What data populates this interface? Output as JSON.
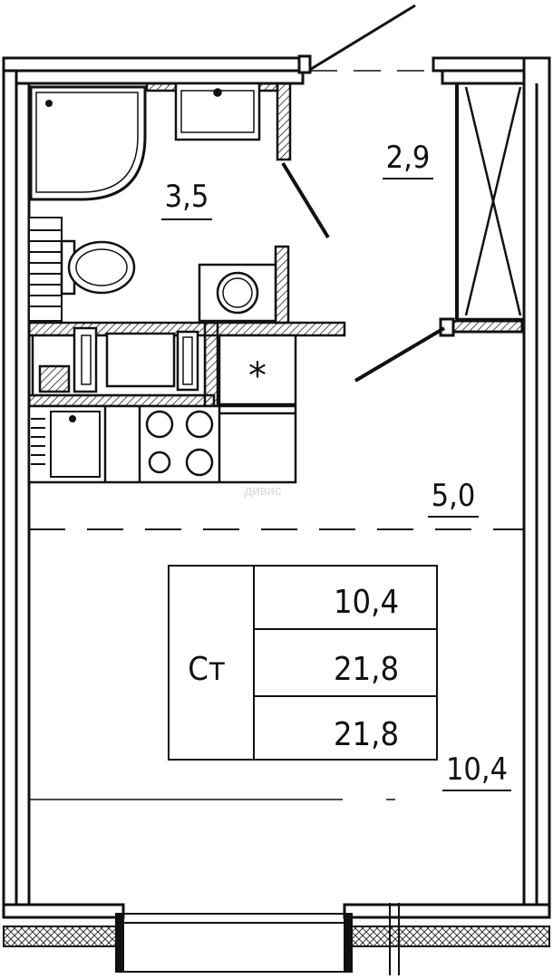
{
  "rooms": {
    "bathroom_area": "3,5",
    "hall_area": "2,9",
    "kitchen_area": "5,0",
    "living_area": "10,4"
  },
  "summary_table": {
    "type_label": "Ст",
    "living_area": "10,4",
    "total_area": "21,8",
    "total_area_with_balcony": "21,8"
  },
  "watermark": "дивис",
  "colors": {
    "wall": "#111111",
    "hatch": "#222222",
    "background": "#ffffff"
  }
}
